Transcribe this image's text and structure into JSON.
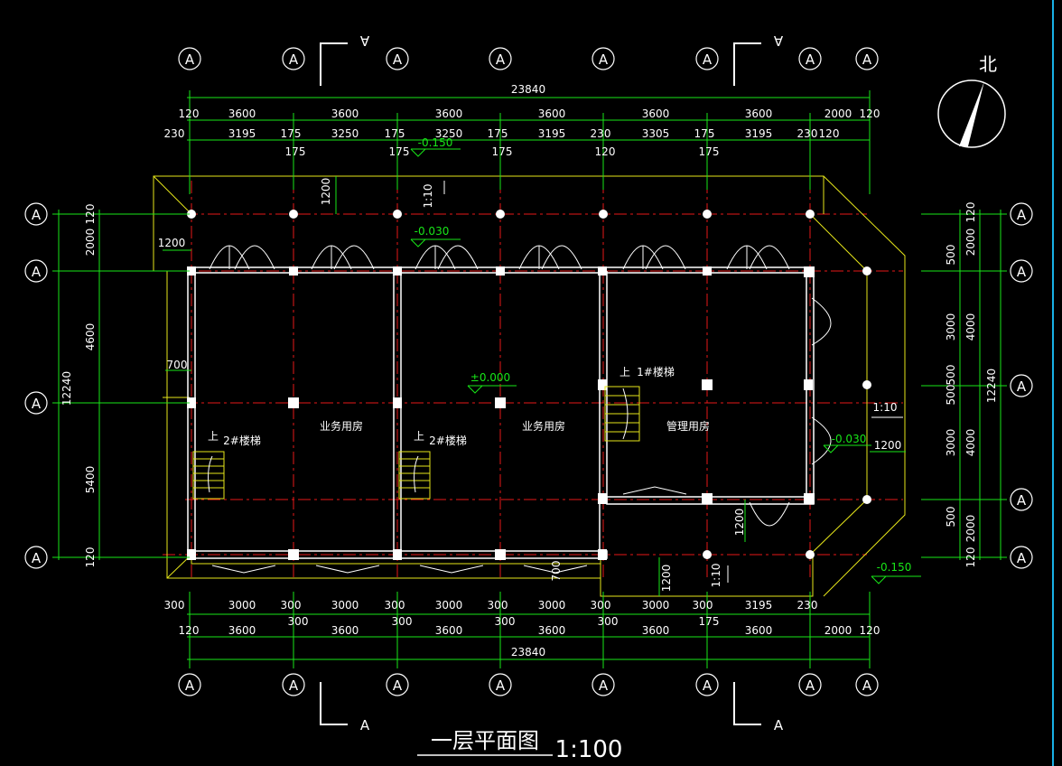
{
  "drawing_title": "一层平面图",
  "drawing_scale": "1:100",
  "north_label": "北",
  "axis_label": "A",
  "section_label": "A",
  "rooms": [
    {
      "name": "业务用房"
    },
    {
      "name": "业务用房"
    },
    {
      "name": "管理用房"
    }
  ],
  "stairs": {
    "up": "上",
    "stair1": "1#楼梯",
    "stair2": "2#楼梯"
  },
  "levels": {
    "ground": "±0.000",
    "porch": "-0.030",
    "porch_right": "-0.030",
    "outside_top": "-0.150",
    "outside_bottom": "-0.150"
  },
  "slopes": {
    "ramp_top": "1:10",
    "ramp_right": "1:10",
    "ramp_bottom": "1:10"
  },
  "dims_top": {
    "total": "23840",
    "row1": [
      "120",
      "3600",
      "3600",
      "3600",
      "3600",
      "3600",
      "3600",
      "2000",
      "120"
    ],
    "row2": [
      "230",
      "3195",
      "175",
      "3250",
      "175",
      "3250",
      "175",
      "3195",
      "230",
      "3305",
      "175",
      "3195",
      "230",
      "120"
    ],
    "row2b": [
      "175",
      "175",
      "175",
      "120",
      "175"
    ],
    "ramp": "1200"
  },
  "dims_bottom": {
    "total": "23840",
    "row1": [
      "300",
      "3000",
      "300",
      "3000",
      "300",
      "3000",
      "300",
      "3000",
      "300",
      "3000",
      "300",
      "3195",
      "230"
    ],
    "row1b": [
      "300",
      "300",
      "300",
      "300",
      "175"
    ],
    "row2": [
      "120",
      "3600",
      "3600",
      "3600",
      "3600",
      "3600",
      "3600",
      "2000",
      "120"
    ],
    "ramp": "1200",
    "door": "700"
  },
  "dims_left": {
    "total": "12240",
    "segments": [
      "120",
      "2000",
      "4600",
      "5400",
      "120"
    ],
    "porch": "1200",
    "stair_offset": "700"
  },
  "dims_right": {
    "total": "12240",
    "segments": [
      "120",
      "2000",
      "4000",
      "4000",
      "2000",
      "120"
    ],
    "sub": [
      "500",
      "3000",
      "500",
      "500",
      "3000",
      "500"
    ],
    "ramp": "1200",
    "door": "1200"
  }
}
